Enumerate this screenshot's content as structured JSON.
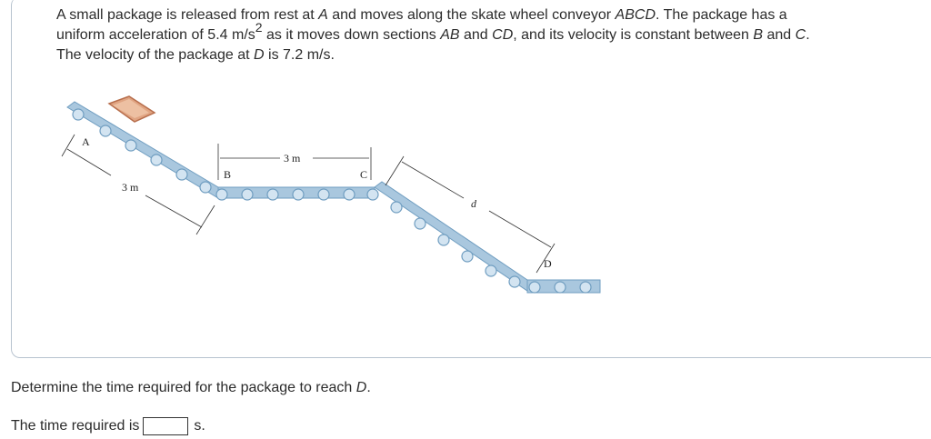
{
  "problem": {
    "line1_a": "A small package is released from rest at ",
    "line1_A": "A",
    "line1_b": " and moves along the skate wheel conveyor ",
    "line1_ABCD": "ABCD",
    "line1_c": ". The package has a",
    "line2_a": "uniform acceleration of 5.4 m/s",
    "line2_exp": "2",
    "line2_b": " as it moves down sections ",
    "line2_AB": "AB",
    "line2_c": " and ",
    "line2_CD": "CD",
    "line2_d": ", and its velocity is constant between ",
    "line2_B": "B",
    "line2_e": " and ",
    "line2_C": "C",
    "line2_f": ".",
    "line3_a": "The velocity of the package at ",
    "line3_D": "D",
    "line3_b": " is 7.2 m/s."
  },
  "figure": {
    "label_A": "A",
    "label_B": "B",
    "label_C": "C",
    "label_D": "D",
    "label_d": "d",
    "dim_AB": "3 m",
    "dim_BC": "3 m",
    "colors": {
      "rail": "#a9c7de",
      "wheel": "#6f9dc0",
      "package": "#e0a482",
      "package_edge": "#b76e4c"
    }
  },
  "question": {
    "text_a": "Determine the time required for the package to reach ",
    "text_D": "D",
    "text_b": "."
  },
  "answer": {
    "label": "The time required is",
    "value": "",
    "unit": "s."
  }
}
